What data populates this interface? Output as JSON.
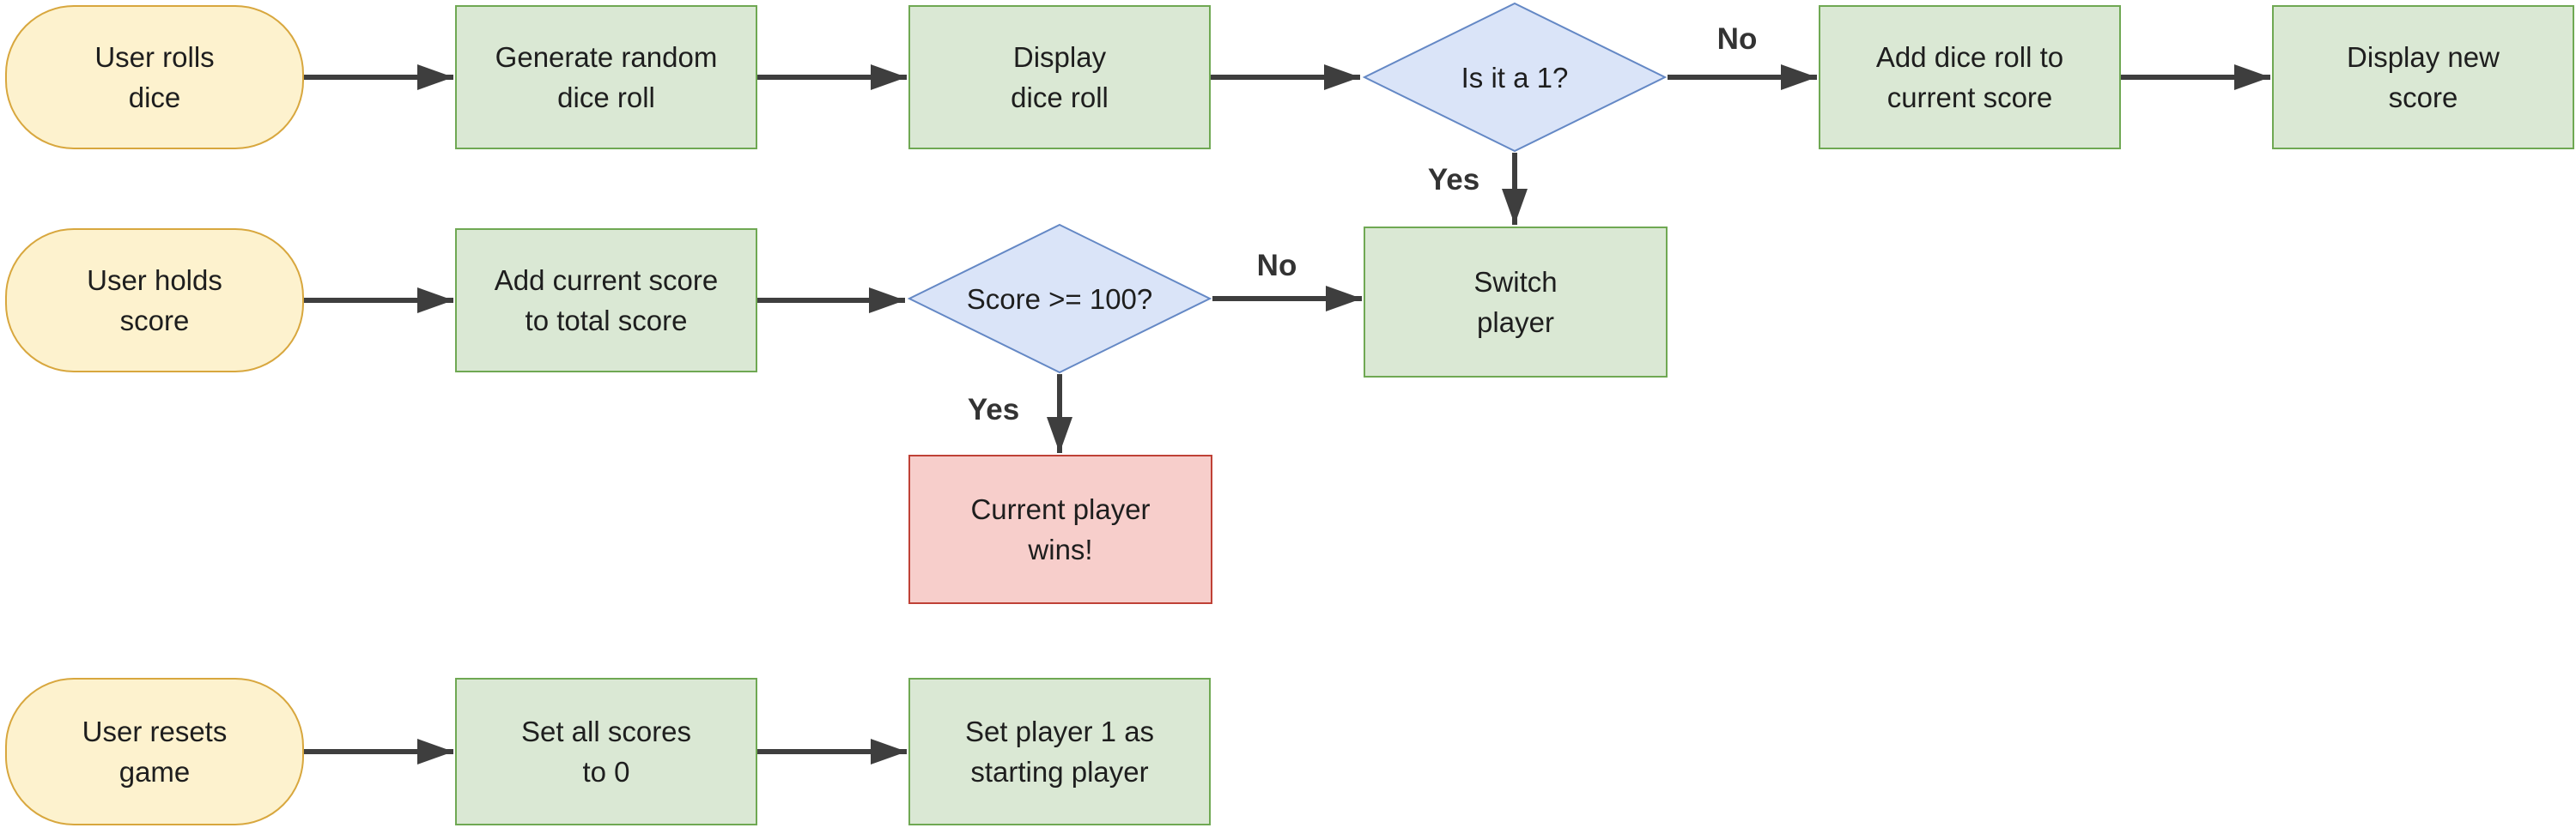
{
  "colors": {
    "background": "#ffffff",
    "text": "#1e1e1e",
    "edge": "#3e3e3e",
    "edge_label_text": "#333333",
    "terminal_fill": "#fdf2ce",
    "terminal_stroke": "#d8a73e",
    "process_fill": "#dae8d4",
    "process_stroke": "#6fa853",
    "decision_fill": "#dae4f8",
    "decision_stroke": "#6488c5",
    "win_fill": "#f7cecb",
    "win_stroke": "#bf4136"
  },
  "nodes": {
    "user_rolls_dice": {
      "type": "terminal",
      "label": "User rolls\ndice"
    },
    "generate_random": {
      "type": "process",
      "label": "Generate random\ndice roll"
    },
    "display_dice_roll": {
      "type": "process",
      "label": "Display\ndice roll"
    },
    "is_it_a_1": {
      "type": "decision",
      "label": "Is it a 1?"
    },
    "add_dice_roll": {
      "type": "process",
      "label": "Add dice roll to\ncurrent score"
    },
    "display_new_score": {
      "type": "process",
      "label": "Display new\nscore"
    },
    "user_holds_score": {
      "type": "terminal",
      "label": "User holds\nscore"
    },
    "add_current_score": {
      "type": "process",
      "label": "Add current score\nto total score"
    },
    "score_gte_100": {
      "type": "decision",
      "label": "Score >= 100?"
    },
    "switch_player": {
      "type": "process",
      "label": "Switch\nplayer"
    },
    "current_player_wins": {
      "type": "win",
      "label": "Current player\nwins!"
    },
    "user_resets_game": {
      "type": "terminal",
      "label": "User resets\ngame"
    },
    "set_all_scores": {
      "type": "process",
      "label": "Set all scores\nto 0"
    },
    "set_player_1": {
      "type": "process",
      "label": "Set player 1 as\nstarting player"
    }
  },
  "edge_labels": {
    "is_it_a_1_no": "No",
    "is_it_a_1_yes": "Yes",
    "score_100_no": "No",
    "score_100_yes": "Yes"
  }
}
